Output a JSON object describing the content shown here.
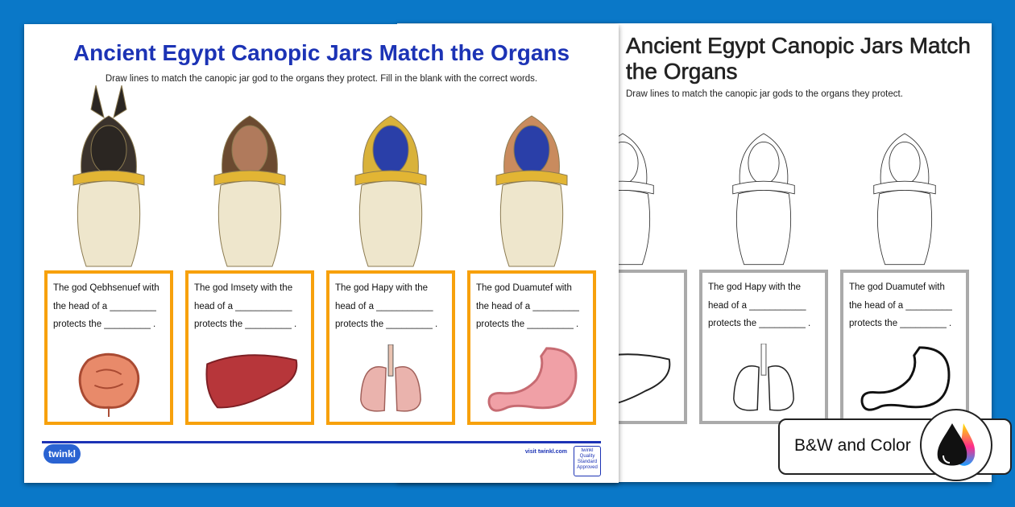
{
  "worksheet": {
    "title": "Ancient Egypt Canopic Jars Match the Organs",
    "instructions": "Draw lines to match the canopic jar god to the organs they protect. Fill in the blank with the correct words.",
    "cards": [
      {
        "line1": "The god Qebhsenuef with",
        "line2": "the head of a _________",
        "line3": "protects the _________ .",
        "god": "Qebhsenuef",
        "organ": "intestines-icon"
      },
      {
        "line1": "The god Imsety with the",
        "line2": "head of a ___________",
        "line3": "protects the _________ .",
        "god": "Imsety",
        "organ": "liver-icon"
      },
      {
        "line1": "The god Hapy with the",
        "line2": "head of a ___________",
        "line3": "protects the _________ .",
        "god": "Hapy",
        "organ": "lungs-icon"
      },
      {
        "line1": "The  god  Duamutef  with",
        "line2": "the head of a _________",
        "line3": "protects the _________ .",
        "god": "Duamutef",
        "organ": "stomach-icon"
      }
    ],
    "footer": {
      "logo": "twinkl",
      "visit": "visit twinkl.com",
      "quality": "twinkl Quality Standard Approved"
    }
  },
  "bw_worksheet": {
    "title": "Ancient Egypt Canopic Jars Match the Organs",
    "instructions": "Draw lines to match the canopic jar gods to the organs they protect."
  },
  "badge": {
    "label": "B&W and Color",
    "icon": "ink-drops-icon"
  },
  "colors": {
    "background": "#0a78c8",
    "title": "#1c33b5",
    "card_border": "#f7a10c",
    "bw_card_border": "#aaaaaa"
  }
}
